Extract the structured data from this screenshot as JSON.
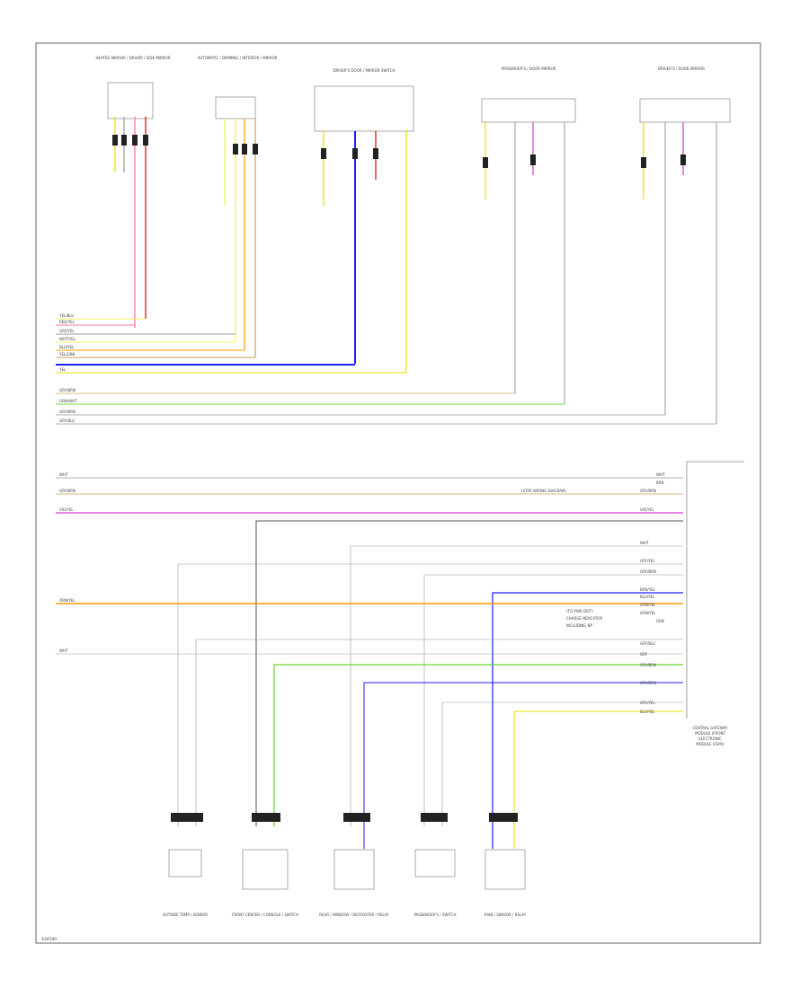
{
  "page": {
    "footer_code": "S34500"
  },
  "colors": {
    "red": "#e00000",
    "pink": "#ff6fa0",
    "yellow": "#e8e000",
    "yellow_pale": "#f0f060",
    "orange": "#ff9a00",
    "blue": "#2020ff",
    "violet": "#d040d0",
    "green": "#40cc00",
    "grey": "#9a9a9a",
    "tan": "#c8a060",
    "black": "#222222",
    "frame": "#666666"
  },
  "top_components": [
    {
      "id": "c1",
      "title": "HEATED MIRROR / DRIVER / SIDE MIRROR"
    },
    {
      "id": "c2",
      "title": "AUTOMATIC / DIMMING / INTERIOR / MIRROR"
    },
    {
      "id": "c3",
      "title": "DRIVER'S DOOR / MIRROR SWITCH"
    },
    {
      "id": "c4",
      "title": "PASSENGER'S / DOOR MIRROR"
    },
    {
      "id": "c5",
      "title": "DRIVER'S / DOOR MIRROR"
    }
  ],
  "bus_left_labels": [
    "YEL/BLU",
    "RED/YEL",
    "GRY/YEL",
    "WHT/YEL",
    "BLU/YEL",
    "YEL/GRN",
    "YEL",
    "GRY/BRN",
    "GRN/WHT",
    "GRY/BRN",
    "GRY/BLU"
  ],
  "mid_left_labels": [
    "WHT",
    "GRY/BRN",
    "VIO/YEL",
    "ORN/YEL",
    "WHT"
  ],
  "module": {
    "title_lines": [
      "CENTRAL GATEWAY",
      "MODULE (FRONT",
      "ELECTRONIC",
      "MODULE (FEM))"
    ],
    "pin_labels": [
      "WHT",
      "BRN",
      "GRY/BRN",
      "VIO/YEL",
      "WHT",
      "GRY/YEL",
      "GRY/BRN",
      "BRN/YEL",
      "BLU/YEL",
      "ORN/YEL",
      "GRN/YEL",
      "GRN",
      "GRY/BLU",
      "GRY",
      "GRY/BRN",
      "GRY/BRN",
      "GRY/YEL",
      "BLU/YEL"
    ],
    "notes": [
      "(STAR WIRING DIAGRAM)",
      "(TO PWR DIST)",
      "CHARGE INDICATOR",
      "INCLUDING NP"
    ]
  },
  "bottom_components": [
    {
      "id": "b1",
      "title": "OUTSIDE TEMP / SENSOR"
    },
    {
      "id": "b2",
      "title": "FRONT CENTER / CONSOLE / SWITCH"
    },
    {
      "id": "b3",
      "title": "REAR / WINDOW / DEFROSTER / RELAY"
    },
    {
      "id": "b4",
      "title": "PASSENGER'S / SWITCH"
    },
    {
      "id": "b5",
      "title": "RAIN / SENSOR / RELAY"
    }
  ]
}
